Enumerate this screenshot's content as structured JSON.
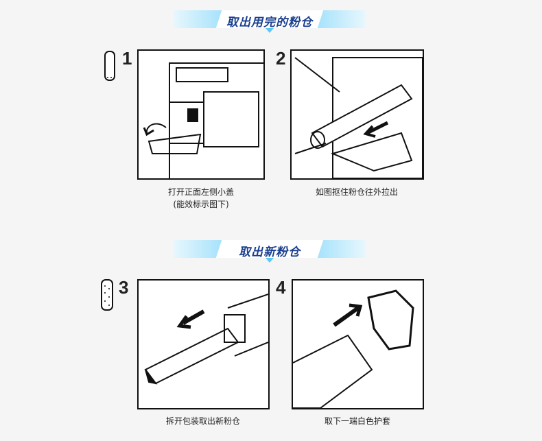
{
  "sections": [
    {
      "title": "取出用完的粉仓",
      "steps": [
        {
          "number": "1",
          "caption": "打开正面左侧小盖",
          "caption2": "(能效标示图下)"
        },
        {
          "number": "2",
          "caption": "如图抠住粉仓往外拉出"
        }
      ]
    },
    {
      "title": "取出新粉仓",
      "steps": [
        {
          "number": "3",
          "caption": "拆开包装取出新粉仓"
        },
        {
          "number": "4",
          "caption": "取下一端白色护套"
        }
      ]
    }
  ],
  "colors": {
    "title": "#1a3f8f",
    "banner": "#7fd6fb"
  }
}
